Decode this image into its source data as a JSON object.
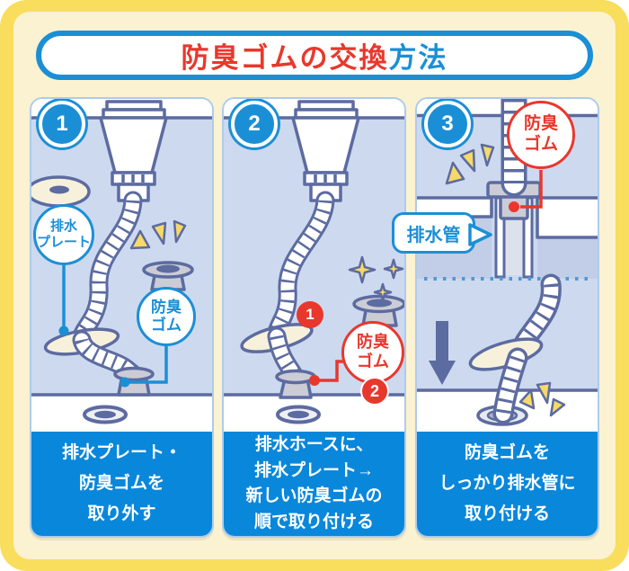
{
  "title": {
    "highlight": "防臭ゴムの交換",
    "rest": "方法"
  },
  "colors": {
    "frame_yellow": "#F9DD5C",
    "inner_cream": "#FBF2D2",
    "accent_blue": "#1B8FD6",
    "accent_red": "#E8382D",
    "caption_bg": "#0987DB",
    "scene_blue": "#CDD9EF",
    "outline_navy": "#5C6BA0",
    "spark_yellow": "#F6D968"
  },
  "steps": [
    {
      "number": "1",
      "caption": "排水プレート・\n防臭ゴムを\n取り外す",
      "labels": {
        "drain_plate": "排水\nプレート",
        "odor_rubber": "防臭\nゴム"
      }
    },
    {
      "number": "2",
      "caption": "排水ホースに、\n排水プレート→\n新しい防臭ゴムの\n順で取り付ける",
      "labels": {
        "odor_rubber": "防臭\nゴム"
      },
      "order_badges": {
        "first": "1",
        "second": "2"
      }
    },
    {
      "number": "3",
      "caption": "防臭ゴムを\nしっかり排水管に\n取り付ける",
      "labels": {
        "odor_rubber": "防臭\nゴム",
        "drain_pipe": "排水管"
      }
    }
  ]
}
